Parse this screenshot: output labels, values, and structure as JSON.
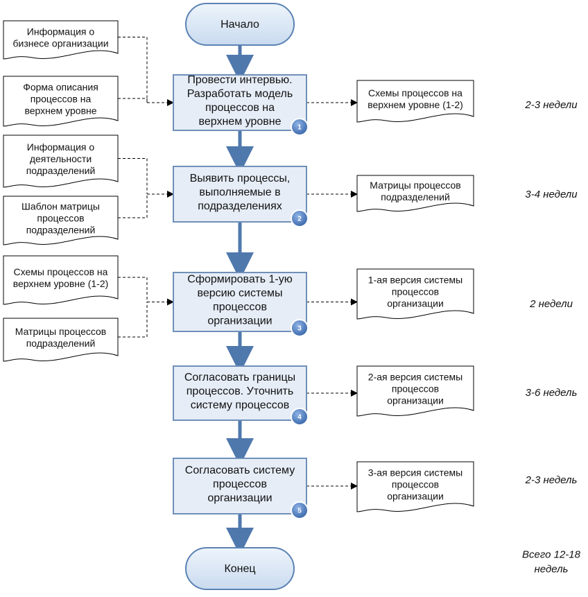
{
  "start_label": "Начало",
  "end_label": "Конец",
  "colors": {
    "process_fill": "#e6edf7",
    "process_stroke": "#6f8fb8",
    "terminator_fill": "#d6e4f4",
    "terminator_stroke": "#5b82b3",
    "arrow": "#4f78ad",
    "badge": "#4a7cc0",
    "line": "#000000"
  },
  "steps": [
    {
      "number": "1",
      "text": [
        "Провести интервью.",
        "Разработать модель",
        "процессов на",
        "верхнем уровне"
      ],
      "inputs": [
        {
          "text": [
            "Информация о",
            "бизнесе организации"
          ]
        },
        {
          "text": [
            "Форма описания",
            "процессов на",
            "верхнем уровне"
          ]
        }
      ],
      "output": {
        "text": [
          "Схемы процессов на",
          "верхнем уровне (1-2)"
        ]
      },
      "duration": [
        "2-3 недели"
      ]
    },
    {
      "number": "2",
      "text": [
        "Выявить процессы,",
        "выполняемые в",
        "подразделениях"
      ],
      "inputs": [
        {
          "text": [
            "Информация о",
            "деятельности",
            "подразделений"
          ]
        },
        {
          "text": [
            "Шаблон матрицы",
            "процессов",
            "подразделений"
          ]
        }
      ],
      "output": {
        "text": [
          "Матрицы процессов",
          "подразделений"
        ]
      },
      "duration": [
        "3-4 недели"
      ]
    },
    {
      "number": "3",
      "text": [
        "Сформировать 1-ую",
        "версию системы",
        "процессов",
        "организации"
      ],
      "inputs": [
        {
          "text": [
            "Схемы процессов на",
            "верхнем уровне (1-2)"
          ]
        },
        {
          "text": [
            "Матрицы процессов",
            "подразделений"
          ]
        }
      ],
      "output": {
        "text": [
          "1-ая версия системы",
          "процессов",
          "организации"
        ]
      },
      "duration": [
        "2 недели"
      ]
    },
    {
      "number": "4",
      "text": [
        "Согласовать границы",
        "процессов. Уточнить",
        "систему процессов"
      ],
      "inputs": [],
      "output": {
        "text": [
          "2-ая версия системы",
          "процессов",
          "организации"
        ]
      },
      "duration": [
        "3-6 недель"
      ]
    },
    {
      "number": "5",
      "text": [
        "Согласовать систему",
        "процессов",
        "организации"
      ],
      "inputs": [],
      "output": {
        "text": [
          "3-ая версия системы",
          "процессов",
          "организации"
        ]
      },
      "duration": [
        "2-3 недель"
      ]
    }
  ],
  "total": [
    "Всего 12-18",
    "недель"
  ]
}
